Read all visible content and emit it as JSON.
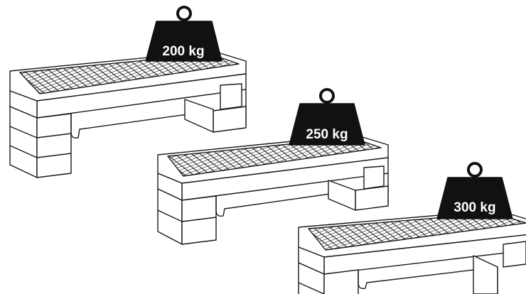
{
  "platforms": [
    {
      "name": "step-platform-low",
      "load_label": "200 kg"
    },
    {
      "name": "step-platform-mid",
      "load_label": "250 kg"
    },
    {
      "name": "step-platform-high",
      "load_label": "300 kg"
    }
  ],
  "colors": {
    "outline": "#1a1a1a",
    "weight_fill": "#111111",
    "label_text": "#ffffff",
    "background": "#ffffff"
  },
  "icons": {
    "weight": "kettle-weight-icon",
    "platform": "aerobic-step-icon"
  }
}
